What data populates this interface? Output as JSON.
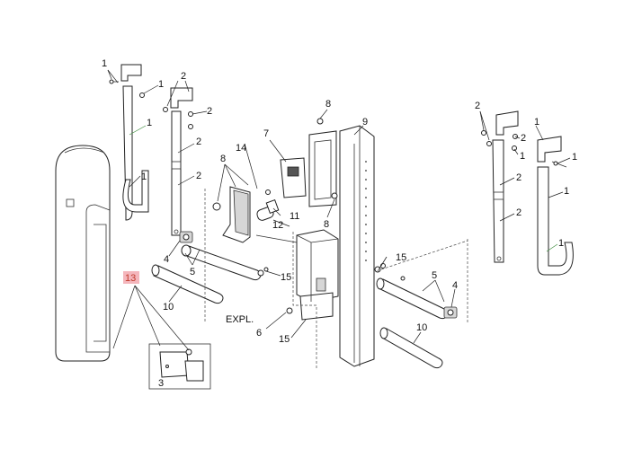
{
  "diagram": {
    "callouts": {
      "c1a": "1",
      "c1b": "1",
      "c1c": "1",
      "c1d": "1",
      "c2a": "2",
      "c2b": "2",
      "c2c": "2",
      "c2d": "2",
      "c1e": "1",
      "c1f": "1",
      "c1g": "1",
      "c1h": "1",
      "c2e": "2",
      "c2f": "2",
      "c2g": "2",
      "c2h": "2",
      "c3": "3",
      "c4a": "4",
      "c4b": "4",
      "c5a": "5",
      "c5b": "5",
      "c6": "6",
      "c7": "7",
      "c8a": "8",
      "c8b": "8",
      "c8c": "8",
      "c9": "9",
      "c10a": "10",
      "c10b": "10",
      "c11": "11",
      "c12": "12",
      "c13": "13",
      "c14": "14",
      "c15a": "15",
      "c15b": "15",
      "c15c": "15"
    },
    "expl_label": "EXPL.",
    "highlight_color": "#f4b6bc",
    "highlight_text_color": "#c0392b",
    "accent_green": "#3a8a3a"
  }
}
